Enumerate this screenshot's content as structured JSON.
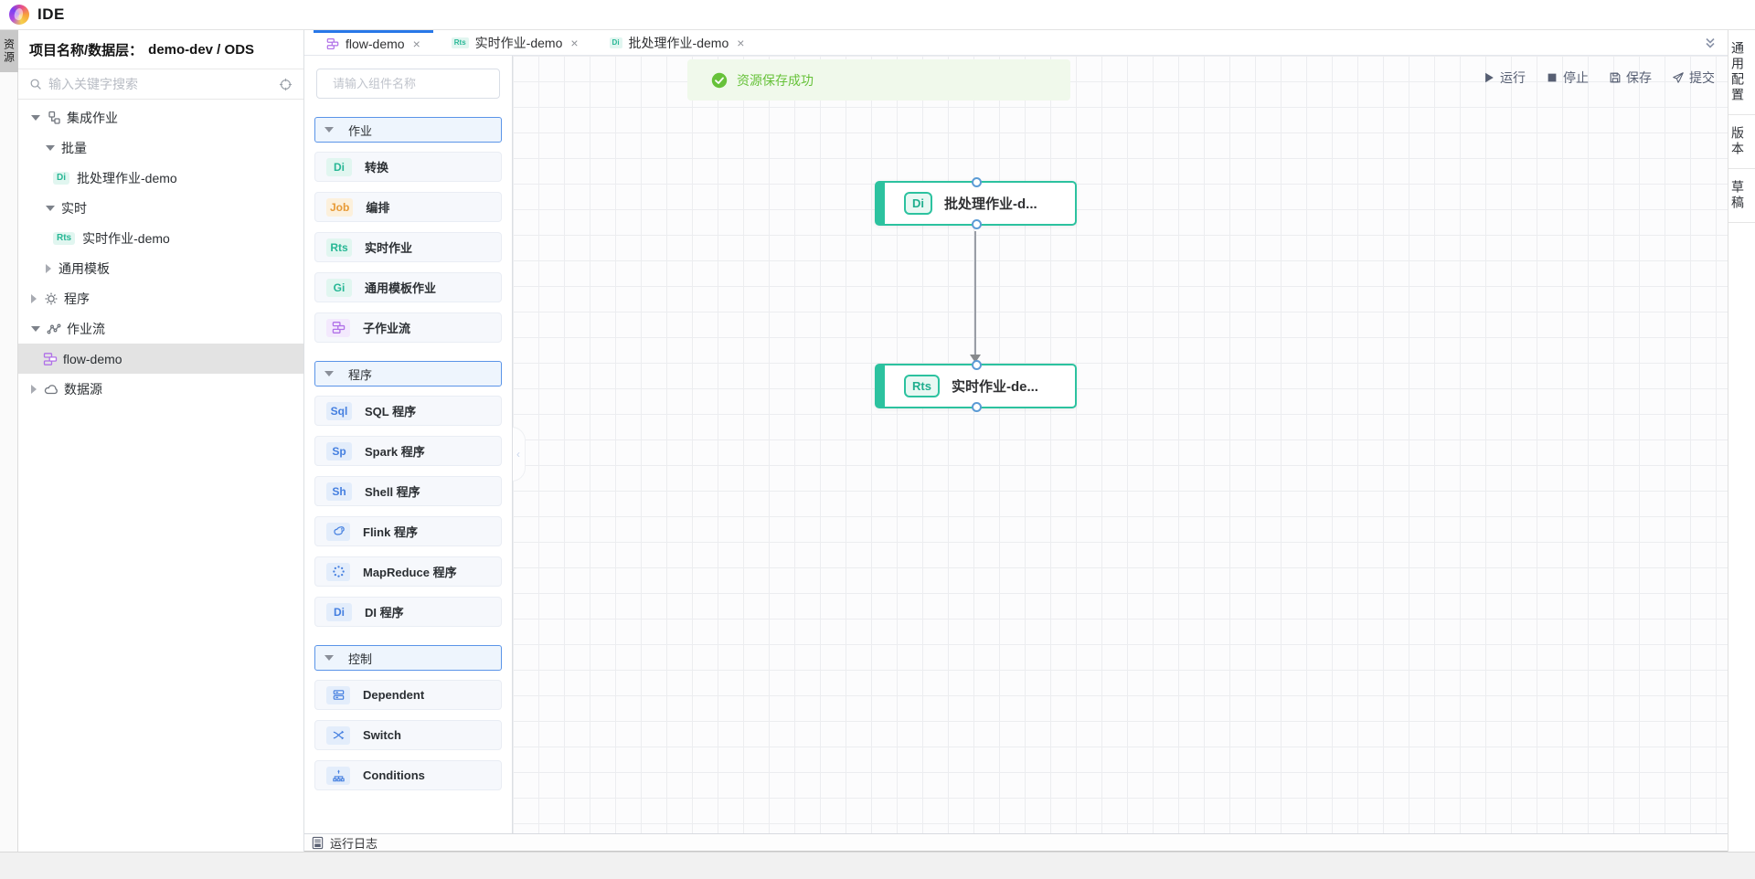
{
  "app": {
    "title": "IDE"
  },
  "left_rail": {
    "resources_tab": "资源"
  },
  "sidebar": {
    "header_label": "项目名称/数据层：",
    "header_value": "demo-dev / ODS",
    "search_placeholder": "输入关键字搜索",
    "tree": [
      {
        "label": "集成作业"
      },
      {
        "label": "批量"
      },
      {
        "label": "批处理作业-demo",
        "badge": "Di"
      },
      {
        "label": "实时"
      },
      {
        "label": "实时作业-demo",
        "badge": "Rts"
      },
      {
        "label": "通用模板"
      },
      {
        "label": "程序"
      },
      {
        "label": "作业流"
      },
      {
        "label": "flow-demo"
      },
      {
        "label": "数据源"
      }
    ]
  },
  "tabs": [
    {
      "label": "flow-demo"
    },
    {
      "label": "实时作业-demo",
      "badge": "Rts"
    },
    {
      "label": "批处理作业-demo",
      "badge": "Di"
    }
  ],
  "palette": {
    "search_placeholder": "请输入组件名称",
    "sections": [
      {
        "title": "作业",
        "items": [
          {
            "label": "转换",
            "badge": "Di"
          },
          {
            "label": "编排",
            "badge": "Job"
          },
          {
            "label": "实时作业",
            "badge": "Rts"
          },
          {
            "label": "通用模板作业",
            "badge": "Gi"
          },
          {
            "label": "子作业流"
          }
        ]
      },
      {
        "title": "程序",
        "items": [
          {
            "label": "SQL 程序",
            "badge": "Sql"
          },
          {
            "label": "Spark 程序",
            "badge": "Sp"
          },
          {
            "label": "Shell 程序",
            "badge": "Sh"
          },
          {
            "label": "Flink 程序"
          },
          {
            "label": "MapReduce 程序"
          },
          {
            "label": "DI 程序",
            "badge": "Di"
          }
        ]
      },
      {
        "title": "控制",
        "items": [
          {
            "label": "Dependent"
          },
          {
            "label": "Switch"
          },
          {
            "label": "Conditions"
          }
        ]
      }
    ]
  },
  "toolbar": {
    "run": "运行",
    "stop": "停止",
    "save": "保存",
    "submit": "提交"
  },
  "toast": {
    "message": "资源保存成功"
  },
  "canvas": {
    "nodes": [
      {
        "badge": "Di",
        "title": "批处理作业-d..."
      },
      {
        "badge": "Rts",
        "title": "实时作业-de..."
      }
    ]
  },
  "right_rail": {
    "items": [
      {
        "label": "通用配置"
      },
      {
        "label": "版本"
      },
      {
        "label": "草稿"
      }
    ]
  },
  "bottom_bar": {
    "log_label": "运行日志"
  },
  "colors": {
    "accent_blue": "#2878e8",
    "teal": "#2bbf9e",
    "orange": "#e79a36",
    "blue": "#447fe0",
    "purple": "#b070e8",
    "success_green": "#67c23a"
  }
}
